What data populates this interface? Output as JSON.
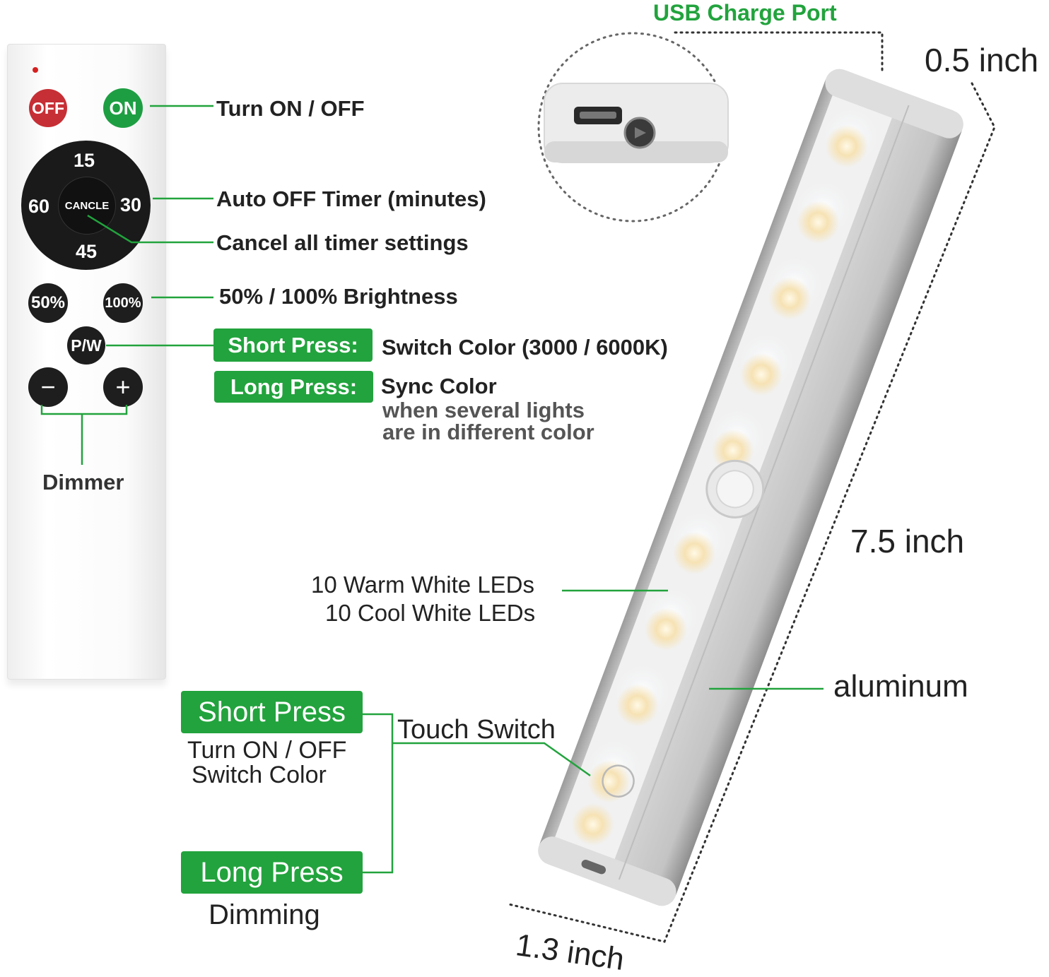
{
  "remote": {
    "off_label": "OFF",
    "on_label": "ON",
    "timer": {
      "top": "15",
      "left": "60",
      "right": "30",
      "bottom": "45",
      "center": "CANCLE"
    },
    "brightness_50": "50%",
    "brightness_100": "100%",
    "pw_label": "P/W",
    "minus_symbol": "−",
    "plus_symbol": "+"
  },
  "callouts": {
    "turn_on_off": "Turn ON / OFF",
    "auto_off_timer": "Auto OFF Timer (minutes)",
    "cancel_timer": "Cancel all timer settings",
    "brightness": "50% / 100% Brightness",
    "short_press_tag": "Short Press:",
    "short_press_desc": "Switch Color (3000 / 6000K)",
    "long_press_tag": "Long Press:",
    "long_press_desc": "Sync Color",
    "long_press_sub1": "when several lights",
    "long_press_sub2": "are in different color",
    "dimmer": "Dimmer"
  },
  "light": {
    "usb_port": "USB Charge Port",
    "width_dim": "0.5 inch",
    "length_dim": "7.5 inch",
    "depth_dim": "1.3 inch",
    "material": "aluminum",
    "leds_warm": "10 Warm White LEDs",
    "leds_cool": "10 Cool White LEDs"
  },
  "touch": {
    "title": "Touch Switch",
    "short_press_tag": "Short Press",
    "short_desc1": "Turn ON / OFF",
    "short_desc2": "Switch Color",
    "long_press_tag": "Long Press",
    "long_desc": "Dimming"
  },
  "colors": {
    "accent_green": "#22a33d",
    "off_red": "#c62f35",
    "on_green": "#1e9e43",
    "button_dark": "#1e1e1e",
    "aluminum": "#cfcfcf"
  }
}
